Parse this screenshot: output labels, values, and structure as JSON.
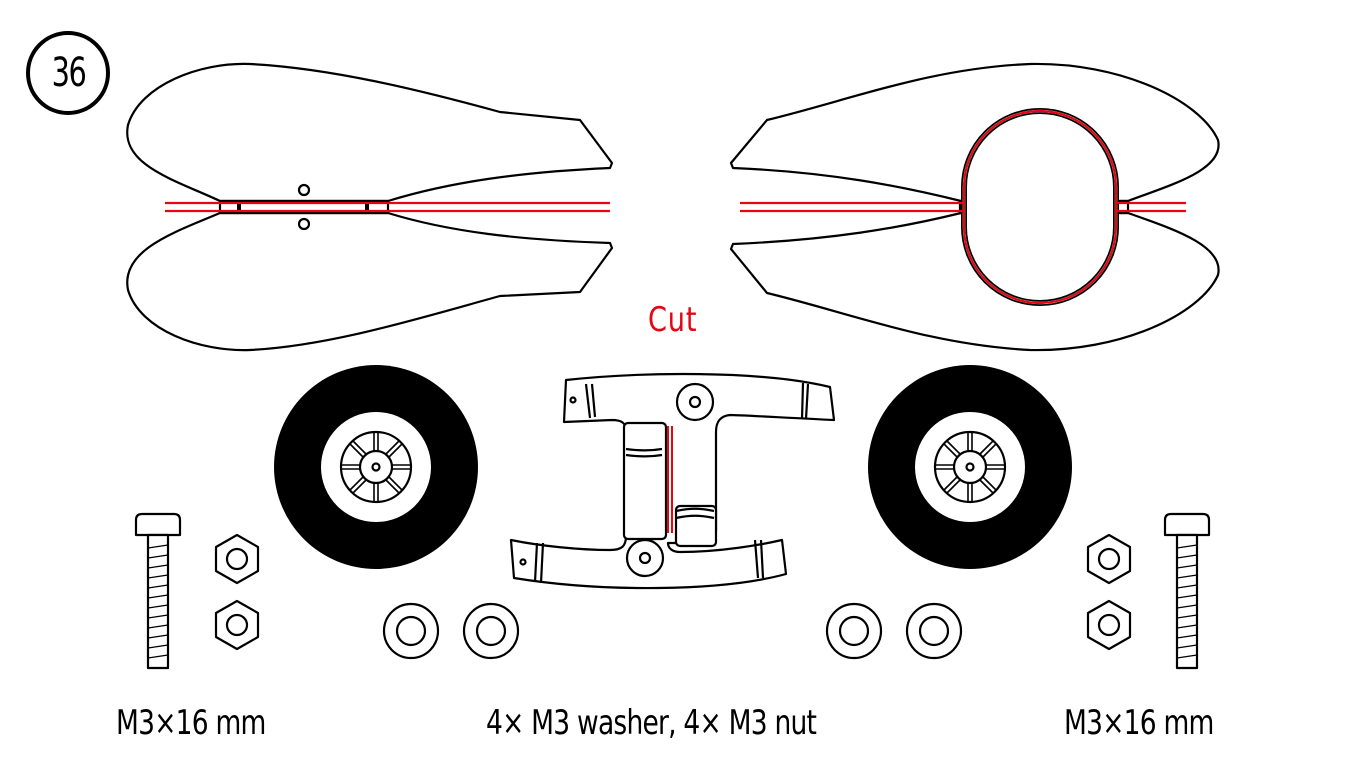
{
  "step": {
    "number": "36"
  },
  "annotations": {
    "cut_label": "Cut",
    "cut_color": "#e30613"
  },
  "labels": {
    "left_screw": "M3×16 mm",
    "center_hardware": "4× M3 washer, 4× M3 nut",
    "right_screw": "M3×16 mm"
  },
  "parts": [
    {
      "id": "left-wheel-pant-halves",
      "name": "Left wheel pant halves"
    },
    {
      "id": "right-wheel-pant-halves",
      "name": "Right wheel pant halves"
    },
    {
      "id": "landing-gear-frame",
      "name": "Landing gear frame"
    },
    {
      "id": "left-wheel",
      "name": "Left wheel"
    },
    {
      "id": "right-wheel",
      "name": "Right wheel"
    },
    {
      "id": "screws",
      "name": "Screw",
      "count": 2
    },
    {
      "id": "nuts",
      "name": "Nut",
      "count": 4
    },
    {
      "id": "washers",
      "name": "Washer",
      "count": 4
    }
  ],
  "colors": {
    "line": "#000000",
    "cut_line": "#e30613",
    "background": "#ffffff"
  }
}
